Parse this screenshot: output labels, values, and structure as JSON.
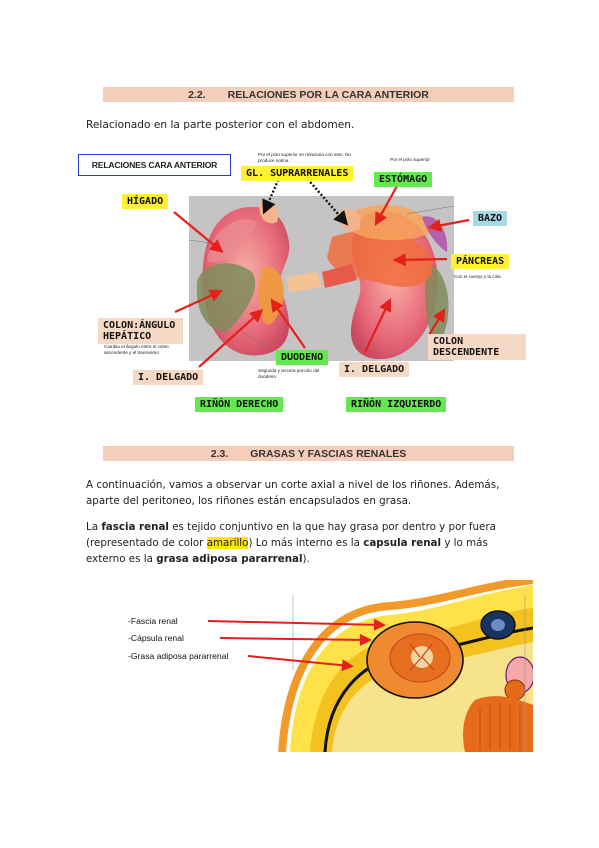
{
  "section_22": {
    "number": "2.2.",
    "title": "RELACIONES POR LA CARA ANTERIOR"
  },
  "intro_22": "Relacionado en la parte posterior con el abdomen.",
  "figure1": {
    "box_title": "RELACIONES CARA ANTERIOR",
    "labels": {
      "suprarrenales": "GL. SUPRARRENALES",
      "suprarrenales_note": "Por el polo superior se relaciona con esto. No produce notina",
      "estomago": "ESTÓMAGO",
      "estomago_note": "Por el polo superior",
      "higado": "HÍGADO",
      "bazo": "BAZO",
      "pancreas": "PÁNCREAS",
      "pancreas_note": "Con el cuerpo y la cola",
      "colon_hepatico": "COLON:ÁNGULO HEPÁTICO",
      "colon_hepatico_note": "Cambia el ángulo entre el colon ascendente y el transverso",
      "duodeno": "DUODENO",
      "duodeno_note": "Segunda y tercera porción del duodeno",
      "delgado_left": "I. DELGADO",
      "delgado_right": "I. DELGADO",
      "colon_descendente": "COLON DESCENDENTE",
      "rinon_derecho": "RIÑÓN DERECHO",
      "rinon_izquierdo": "RIÑÓN IZQUIERDO"
    },
    "colors": {
      "green": "#63e84f",
      "yellow": "#ffef3a",
      "peach": "#f6d9c5",
      "blue": "#a7d8e6",
      "arrow": "#e3201b"
    }
  },
  "section_23": {
    "number": "2.3.",
    "title": "GRASAS Y FASCIAS RENALES"
  },
  "para_23a": "A continuación, vamos a observar un corte axial a nivel de los riñones. Además, aparte del peritoneo, los riñones están encapsulados en grasa.",
  "para_23b": {
    "p1": "La ",
    "b1": "fascia renal",
    "p2": " es tejido conjuntivo en la que hay grasa por dentro y por fuera (representado de color ",
    "hl": "amarillo",
    "p3": ") Lo más interno es la ",
    "b2": "capsula renal",
    "p4": " y lo más externo es la ",
    "b3": "grasa adiposa pararrenal",
    "p5": ")."
  },
  "figure2": {
    "labels": [
      "-Fascia renal",
      "-Cápsula renal",
      "-Grasa adiposa pararrenal"
    ]
  }
}
